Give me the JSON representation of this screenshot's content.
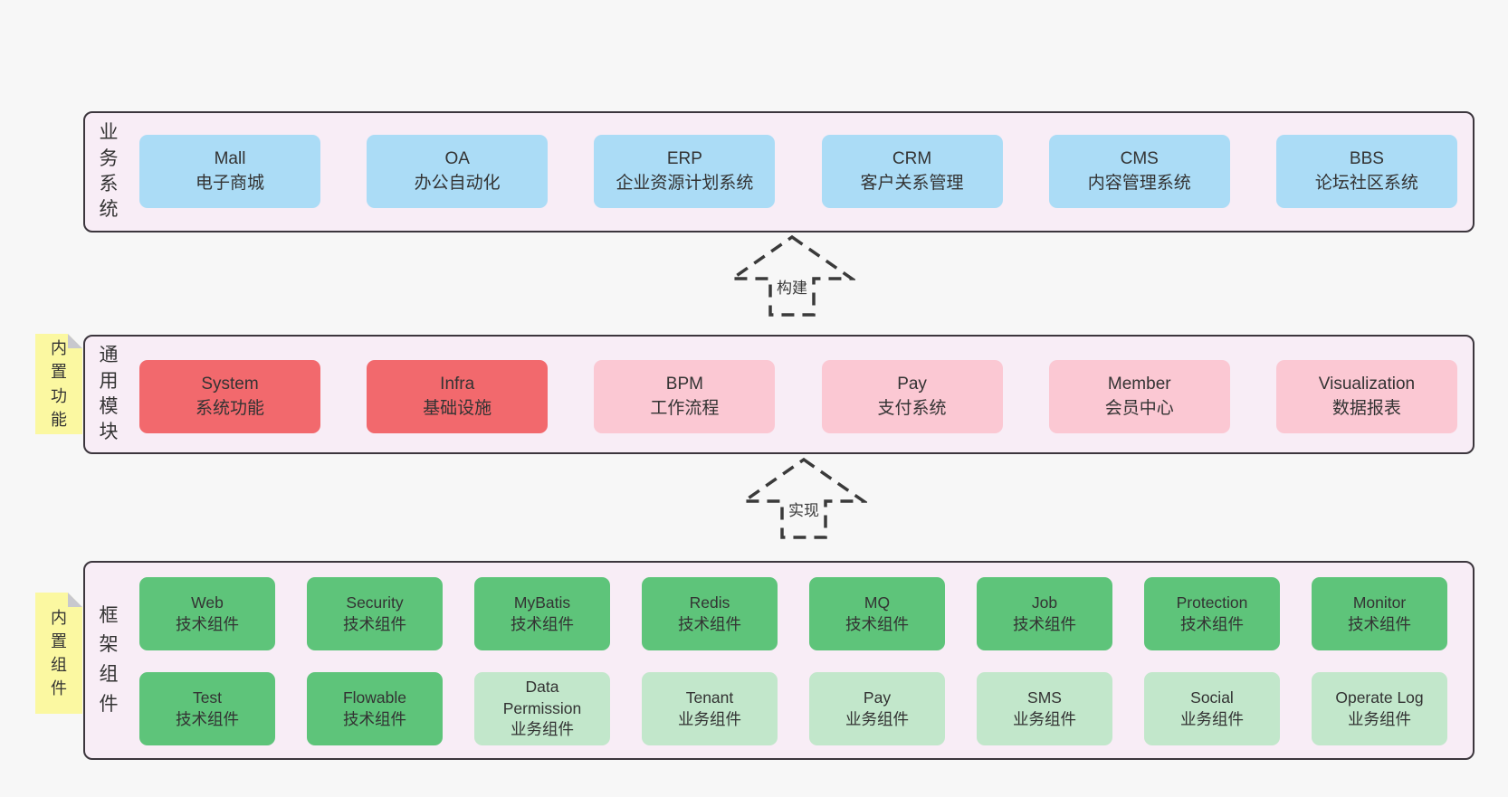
{
  "colors": {
    "page_bg": "#f7f7f7",
    "container_bg": "#f8edf6",
    "container_border": "#3c363d",
    "business_box": "#abdcf6",
    "core_module_box": "#f2696d",
    "module_box": "#fbc8d3",
    "tech_component_box": "#5ec47a",
    "biz_component_box": "#c2e7cb",
    "sticky_note": "#fbf8a1",
    "sticky_fold": "#c8c8ce",
    "text": "#333333"
  },
  "arrows": [
    {
      "label": "构建"
    },
    {
      "label": "实现"
    }
  ],
  "layers": [
    {
      "label": "业务系统",
      "boxes": [
        {
          "name": "Mall",
          "desc": "电子商城"
        },
        {
          "name": "OA",
          "desc": "办公自动化"
        },
        {
          "name": "ERP",
          "desc": "企业资源计划系统"
        },
        {
          "name": "CRM",
          "desc": "客户关系管理"
        },
        {
          "name": "CMS",
          "desc": "内容管理系统"
        },
        {
          "name": "BBS",
          "desc": "论坛社区系统"
        }
      ]
    },
    {
      "label": "通用模块",
      "note": "内置功能",
      "boxes": [
        {
          "name": "System",
          "desc": "系统功能"
        },
        {
          "name": "Infra",
          "desc": "基础设施"
        },
        {
          "name": "BPM",
          "desc": "工作流程"
        },
        {
          "name": "Pay",
          "desc": "支付系统"
        },
        {
          "name": "Member",
          "desc": "会员中心"
        },
        {
          "name": "Visualization",
          "desc": "数据报表"
        }
      ]
    },
    {
      "label": "框架组件",
      "note": "内置组件",
      "rows": [
        [
          {
            "name": "Web",
            "desc": "技术组件"
          },
          {
            "name": "Security",
            "desc": "技术组件"
          },
          {
            "name": "MyBatis",
            "desc": "技术组件"
          },
          {
            "name": "Redis",
            "desc": "技术组件"
          },
          {
            "name": "MQ",
            "desc": "技术组件"
          },
          {
            "name": "Job",
            "desc": "技术组件"
          },
          {
            "name": "Protection",
            "desc": "技术组件"
          },
          {
            "name": "Monitor",
            "desc": "技术组件"
          }
        ],
        [
          {
            "name": "Test",
            "desc": "技术组件"
          },
          {
            "name": "Flowable",
            "desc": "技术组件"
          },
          {
            "name": "Data Permission",
            "desc": "业务组件"
          },
          {
            "name": "Tenant",
            "desc": "业务组件"
          },
          {
            "name": "Pay",
            "desc": "业务组件"
          },
          {
            "name": "SMS",
            "desc": "业务组件"
          },
          {
            "name": "Social",
            "desc": "业务组件"
          },
          {
            "name": "Operate Log",
            "desc": "业务组件"
          }
        ]
      ]
    }
  ]
}
